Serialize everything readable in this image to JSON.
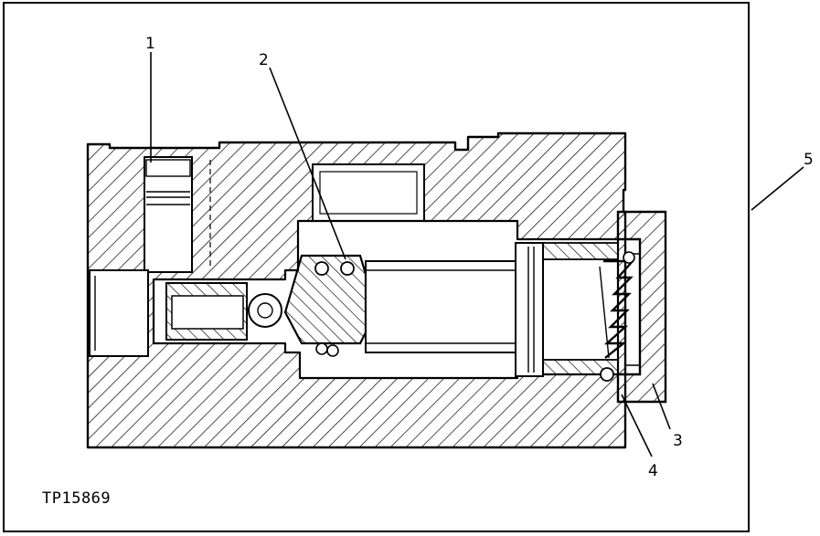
{
  "figure": {
    "figure_id": "TP15869",
    "callouts": [
      {
        "label": "1",
        "part": "item-1"
      },
      {
        "label": "2",
        "part": "item-2"
      },
      {
        "label": "3",
        "part": "item-3"
      },
      {
        "label": "4",
        "part": "item-4"
      },
      {
        "label": "5",
        "part": "item-5"
      }
    ]
  },
  "colors": {
    "ink": "#000000",
    "paper": "#ffffff"
  }
}
